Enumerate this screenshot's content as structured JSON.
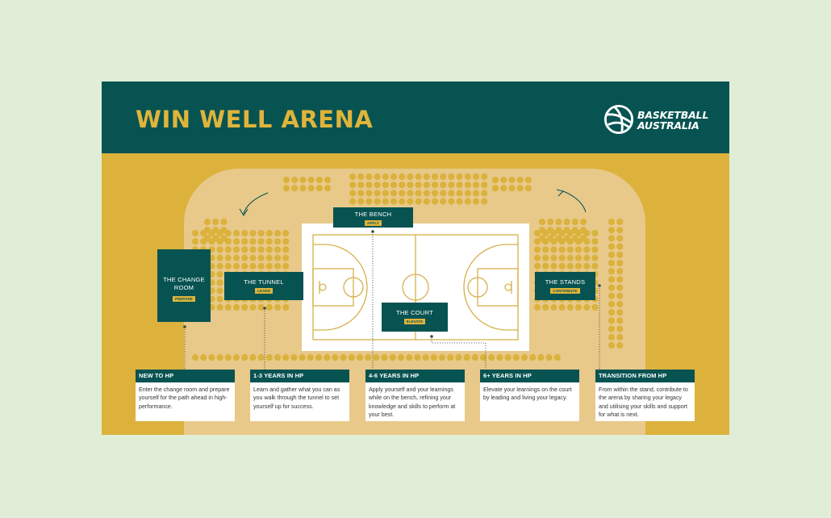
{
  "colors": {
    "page_bg": "#e1eed7",
    "brand_green": "#075352",
    "brand_gold": "#dcb23c",
    "arena_sand": "#e8c98a",
    "seat_gold": "#dab23c",
    "court_line": "#d6b04a"
  },
  "header": {
    "title": "WIN WELL ARENA",
    "logo": {
      "line1": "BASKETBALL",
      "line2": "AUSTRALIA",
      "icon": "basketball-icon"
    }
  },
  "stations": [
    {
      "name": "THE CHANGE ROOM",
      "tag": "PREPARE"
    },
    {
      "name": "THE TUNNEL",
      "tag": "LEARN"
    },
    {
      "name": "THE BENCH",
      "tag": "APPLY"
    },
    {
      "name": "THE COURT",
      "tag": "ELEVATE"
    },
    {
      "name": "THE STANDS",
      "tag": "CONTRIBUTE"
    }
  ],
  "info": [
    {
      "heading": "NEW TO HP",
      "body": "Enter the change room and prepare yourself for the path ahead in high-performance."
    },
    {
      "heading": "1-3 YEARS IN HP",
      "body": "Learn and gather what you can as you walk through the tunnel to set yourself up for success."
    },
    {
      "heading": "4-6 YEARS IN HP",
      "body": "Apply yourself and your learnings while on the bench, refining your knowledge and skills to perform at your best."
    },
    {
      "heading": "6+ YEARS IN HP",
      "body": "Elevate your learnings on the court by leading and living your legacy."
    },
    {
      "heading": "TRANSITION FROM HP",
      "body": "From within the stand, contribute to the arena by sharing your legacy and utilising your skills and support for what is next."
    }
  ]
}
